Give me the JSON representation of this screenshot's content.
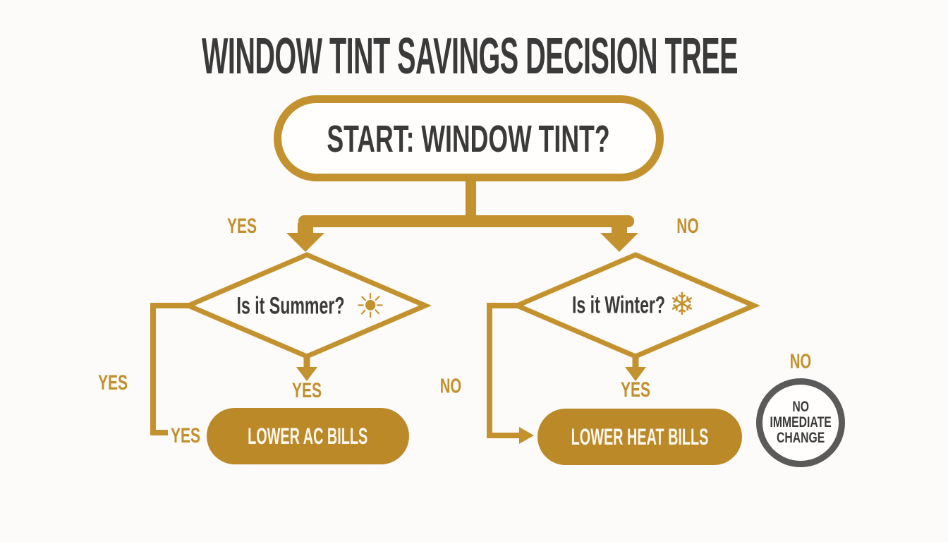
{
  "title": "WINDOW TINT SAVINGS DECISION TREE",
  "colors": {
    "gold": "#C3922F",
    "gold_fill": "#BB8928",
    "charcoal": "#3A3A3A",
    "circle_gray": "#5A5A5A",
    "background": "#FCFBF9",
    "pill_text": "#FCF8EF"
  },
  "nodes": {
    "start": {
      "label": "START: WINDOW TINT?"
    },
    "summer": {
      "label": "Is it Summer?",
      "icon": "sun-icon"
    },
    "winter": {
      "label": "Is it Winter?",
      "icon": "snowflake-icon"
    },
    "lower_ac": {
      "label": "LOWER AC BILLS"
    },
    "lower_heat": {
      "label": "LOWER HEAT BILLS"
    },
    "no_change": {
      "lines": [
        "NO",
        "IMMEDIATE",
        "CHANGE"
      ]
    }
  },
  "icons": {
    "sun": "☀",
    "snowflake": "❄"
  },
  "edge_labels": {
    "branch_yes": "YES",
    "branch_no": "NO",
    "left_loop_yes": "YES",
    "left_loop_yes_2": "YES",
    "summer_down_yes": "YES",
    "mid_loop_no": "NO",
    "winter_down_yes": "YES",
    "right_no": "NO"
  },
  "edges": [
    {
      "path": "start -> summer diamond",
      "label": "YES"
    },
    {
      "path": "start -> winter diamond",
      "label": "NO"
    },
    {
      "path": "summer diamond -> LOWER AC BILLS (down arrow)",
      "label": "YES"
    },
    {
      "path": "summer diamond -> LOWER AC BILLS (left elbow)",
      "labels": [
        "YES",
        "YES"
      ]
    },
    {
      "path": "winter diamond -> LOWER HEAT BILLS (down arrow)",
      "label": "YES"
    },
    {
      "path": "winter diamond -> LOWER HEAT BILLS (left elbow arrow)",
      "label": "NO"
    },
    {
      "path": "NO IMMEDIATE CHANGE circle",
      "label": "NO"
    }
  ]
}
